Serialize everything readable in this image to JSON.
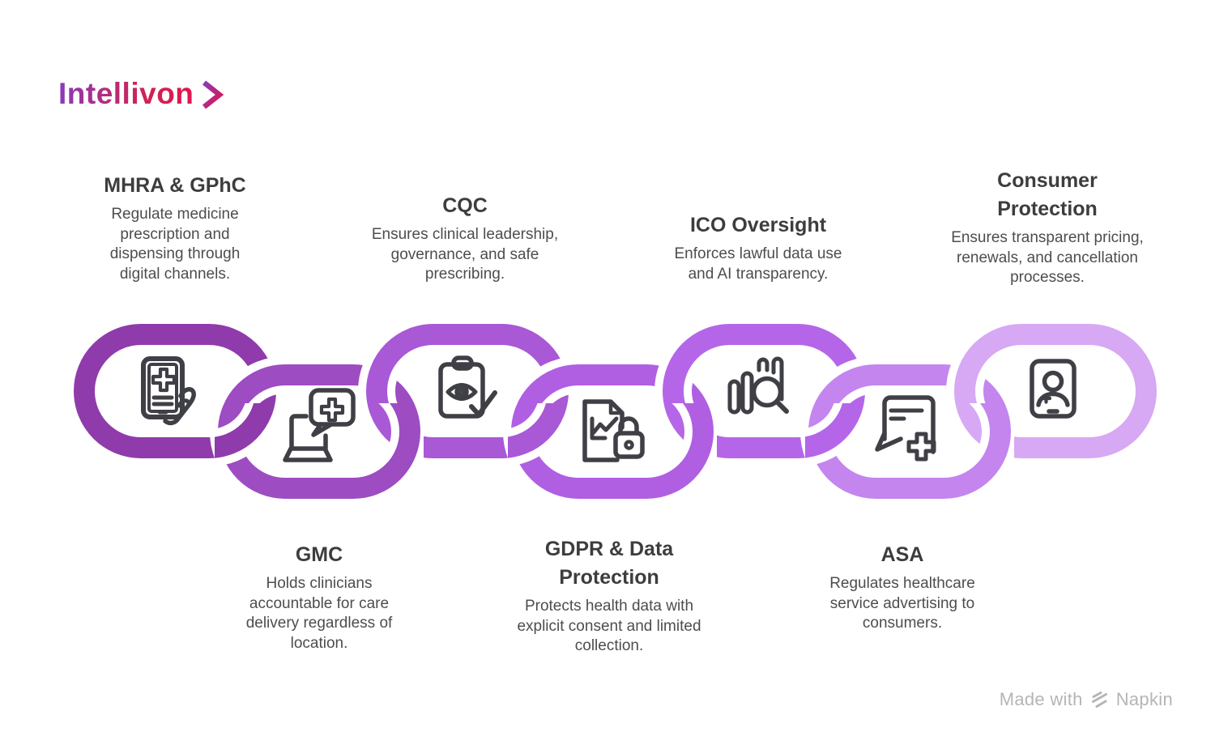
{
  "logo": {
    "text": "Intellivon",
    "chevron": "chevron-right-icon"
  },
  "theme": {
    "grad-a": "#8a3ab9",
    "grad-b": "#cf2356",
    "grad-c": "#e0164e",
    "heading-color": "#3d3d3d",
    "body-color": "#4d4d4d",
    "footer-color": "#b5b5b5",
    "icon-color": "#3f3f46"
  },
  "chain": {
    "icon_color": "#3f3f46",
    "style": "interlocked-links"
  },
  "nodes": [
    {
      "id": "mhra-gphc",
      "title": "MHRA & GPhC",
      "description": "Regulate medicine prescription and dispensing through digital channels.",
      "label_position": "top",
      "link_color": "#8f3bac",
      "icon": "tablet-prescription-icon"
    },
    {
      "id": "gmc",
      "title": "GMC",
      "description": "Holds clinicians accountable for care delivery regardless of location.",
      "label_position": "bottom",
      "link_color": "#9d4cc2",
      "icon": "laptop-chat-icon"
    },
    {
      "id": "cqc",
      "title": "CQC",
      "description": "Ensures clinical leadership, governance, and safe prescribing.",
      "label_position": "top",
      "link_color": "#a958d6",
      "icon": "clipboard-eye-icon"
    },
    {
      "id": "gdpr-data-protection",
      "title": "GDPR & Data Protection",
      "description": "Protects health data with explicit consent and limited collection.",
      "label_position": "bottom",
      "link_color": "#b05fe3",
      "icon": "document-lock-icon"
    },
    {
      "id": "ico-oversight",
      "title": "ICO Oversight",
      "description": "Enforces lawful data use and AI transparency.",
      "label_position": "top",
      "link_color": "#b566e8",
      "icon": "chart-magnifier-icon"
    },
    {
      "id": "asa",
      "title": "ASA",
      "description": "Regulates healthcare service advertising to consumers.",
      "label_position": "bottom",
      "link_color": "#c485ee",
      "icon": "chat-plus-icon"
    },
    {
      "id": "consumer-protection",
      "title": "Consumer Protection",
      "description": "Ensures transparent pricing, renewals, and cancellation processes.",
      "label_position": "top",
      "link_color": "#d7a8f3",
      "icon": "patient-id-icon"
    }
  ],
  "footer": {
    "text": "Made with",
    "brand": "Napkin",
    "icon": "napkin-logo-icon"
  }
}
